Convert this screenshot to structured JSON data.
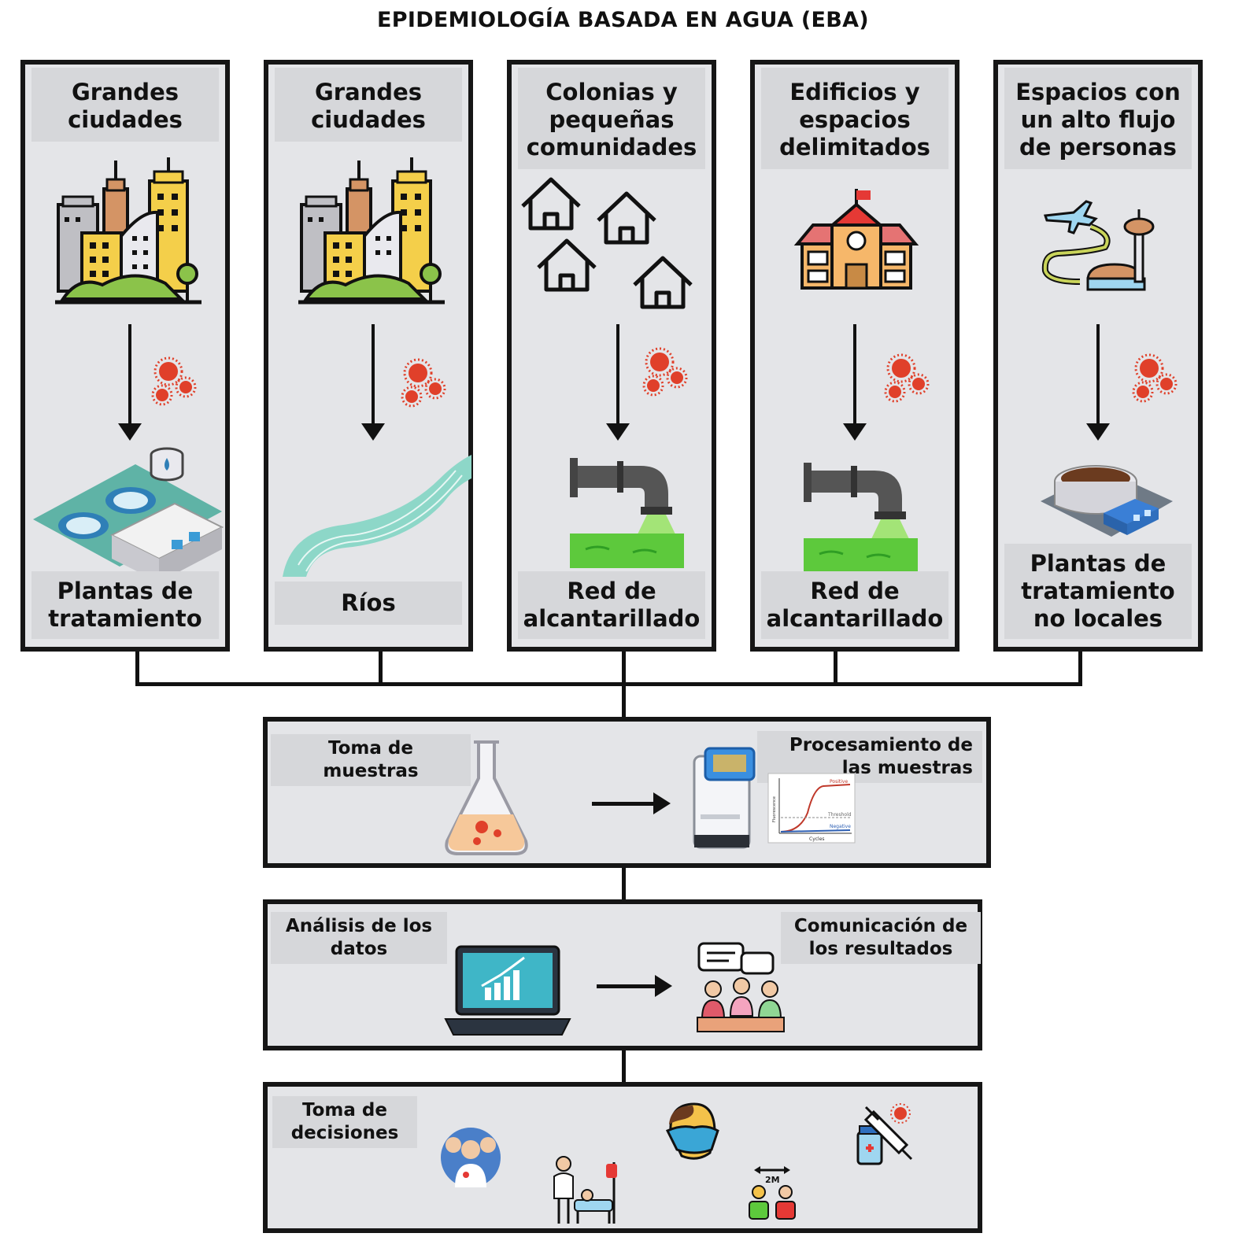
{
  "title": "EPIDEMIOLOGÍA BASADA EN AGUA (EBA)",
  "sources": [
    {
      "source": "Grandes ciudades",
      "destination": "Plantas de tratamiento",
      "source_icon": "city-buildings-icon",
      "dest_icon": "treatment-plant-icon"
    },
    {
      "source": "Grandes ciudades",
      "destination": "Ríos",
      "source_icon": "city-buildings-icon",
      "dest_icon": "river-icon"
    },
    {
      "source": "Colonias y pequeñas comunidades",
      "destination": "Red de alcantarillado",
      "source_icon": "houses-icon",
      "dest_icon": "sewer-pipe-icon"
    },
    {
      "source": "Edificios y espacios delimitados",
      "destination": "Red de alcantarillado",
      "source_icon": "school-building-icon",
      "dest_icon": "sewer-pipe-icon"
    },
    {
      "source": "Espacios con un alto flujo de personas",
      "destination": "Plantas de tratamiento no locales",
      "source_icon": "airport-icon",
      "dest_icon": "water-tank-plant-icon"
    }
  ],
  "stage1": {
    "left_label": "Toma de muestras",
    "right_label": "Procesamiento de las muestras"
  },
  "pcr_chart": {
    "ylabel": "Fluorescence",
    "xlabel": "Cycles",
    "positive": "Positive",
    "threshold": "Threshold",
    "negative": "Negative"
  },
  "stage2": {
    "left_label": "Análisis de los datos",
    "right_label": "Comunicación de los resultados"
  },
  "stage3": {
    "label": "Toma de decisiones"
  },
  "colors": {
    "virus": "#e0402a",
    "border": "#161616",
    "panel": "#e4e5e8",
    "label_bg": "#d6d7da"
  }
}
